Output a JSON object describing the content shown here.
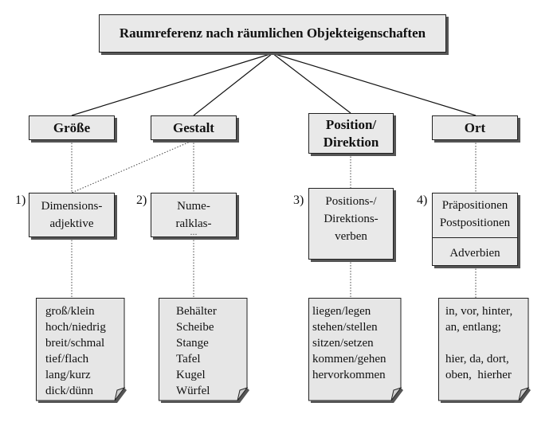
{
  "root": {
    "title": "Raumreferenz nach räumlichen Objekteigenschaften"
  },
  "categories": [
    {
      "label": "Größe"
    },
    {
      "label": "Gestalt"
    },
    {
      "label_line1": "Position/",
      "label_line2": "Direktion"
    },
    {
      "label": "Ort"
    }
  ],
  "subs": [
    {
      "num": "1)",
      "line1": "Dimensions-",
      "line2": "adjektive"
    },
    {
      "num": "2)",
      "line1": "Nume-",
      "line2": "ralklas-",
      "line3": "..."
    },
    {
      "num": "3)",
      "line1": "Positions-/",
      "line2": "Direktions-",
      "line3": "verben"
    },
    {
      "num": "4)",
      "line1": "Präpositionen",
      "line2": "Postpositionen",
      "line3": "Adverbien"
    }
  ],
  "notes": [
    {
      "lines": [
        "groß/klein",
        "hoch/niedrig",
        "breit/schmal",
        "tief/flach",
        "lang/kurz",
        "dick/dünn"
      ]
    },
    {
      "lines": [
        "Behälter",
        "Scheibe",
        "Stange",
        "Tafel",
        "Kugel",
        "Würfel"
      ]
    },
    {
      "lines": [
        "liegen/legen",
        "stehen/stellen",
        "sitzen/setzen",
        "kommen/gehen",
        "hervorkommen"
      ]
    },
    {
      "lines": [
        "in, vor, hinter,",
        "an, entlang;",
        "",
        "hier, da, dort,",
        "oben,  hierher"
      ]
    }
  ]
}
